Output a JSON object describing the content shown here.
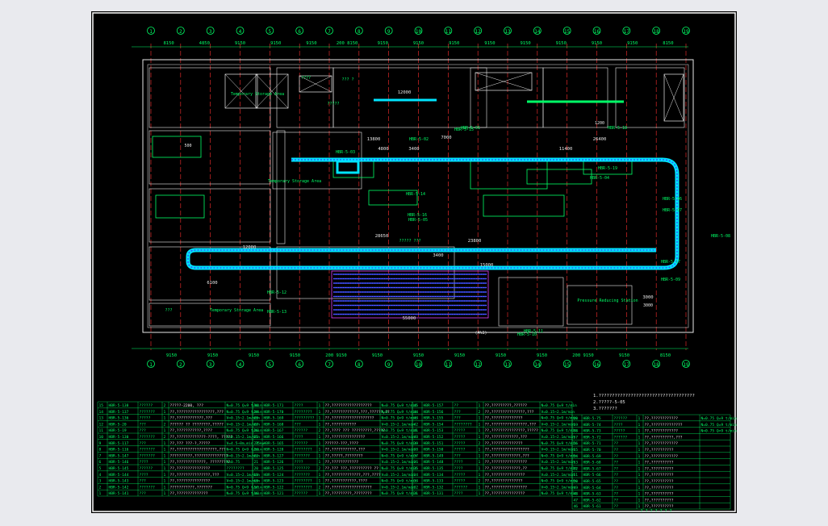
{
  "drawing": {
    "background": "#000000",
    "frame_color": "#ffffff",
    "line_color": "#e8e8e8",
    "grid_color": "#00ff66",
    "axis_color": "#ff3030",
    "conveyor_color": "#00e5ff",
    "accent_color": "#2d54ff",
    "label_color": "#00ff66",
    "hatch_color": "#e040fb"
  },
  "grid": {
    "axis_numbers": [
      "1",
      "2",
      "3",
      "4",
      "5",
      "6",
      "7",
      "8",
      "9",
      "10",
      "11",
      "12",
      "13",
      "14",
      "15",
      "16",
      "17",
      "18",
      "19"
    ],
    "top_dims": [
      "8150",
      "4850",
      "9150",
      "9150",
      "9150",
      "200 8150",
      "9150",
      "9150",
      "9150",
      "9150",
      "9150",
      "9150",
      "9150",
      "9150",
      "8150"
    ],
    "bottom_dims": [
      "9150",
      "9150",
      "9150",
      "9150",
      "200 9150",
      "9150",
      "9150",
      "9150",
      "9150",
      "9150",
      "200 9150",
      "9150",
      "8150"
    ]
  },
  "plan": {
    "room_labels": [
      "Temporary Storage Area",
      "????",
      "?????",
      "??? ?",
      "Temporary Storage Area",
      "????? ???",
      "Temporary Storage Area",
      "Pressure Reducing Station",
      "???"
    ],
    "dimensions": [
      "12000",
      "13800",
      "7000",
      "4800",
      "3400",
      "28650",
      "26400",
      "11400",
      "12000",
      "3400",
      "15000",
      "6100",
      "55000",
      "3000",
      "23800"
    ],
    "equipment_tags": [
      "HBR-5-01",
      "HBR-5-02",
      "HBR-5-03",
      "HBR-5-04",
      "HBR-5-05",
      "HBR-5-06",
      "HBR-5-07",
      "HBR-5-08",
      "HBR-5-09",
      "HBR-5-10",
      "HBR-5-11",
      "HBR-5-12",
      "HBR-5-13",
      "HBR-5-14",
      "HBR-5-15",
      "HBR-5-16",
      "HBR-5-17",
      "HBR-5-18",
      "HBR-5-19"
    ],
    "notes": [
      "(A%1)",
      "500",
      "1200",
      "3000"
    ]
  },
  "title_block": {
    "lines": [
      "1.????????????????????????????????????",
      "2.?????-5-05",
      "3.???????"
    ]
  },
  "tables": [
    {
      "rows": [
        [
          "15",
          "HBR-5-138",
          "??????",
          "2",
          "?????-2200,  ???",
          "N=0.75 Q=9 t/min"
        ],
        [
          "14",
          "HBR-5-137",
          "???????",
          "1",
          "??,?????????????????,???",
          "N=0.75 Q=9 t/min"
        ],
        [
          "13",
          "HBR-5-136",
          "?????",
          "1",
          "??,????????????,???",
          "V=0.15~2.1m/min"
        ],
        [
          "12",
          "HBR-5-20",
          "???",
          "2",
          "?????? ?? ????????,?????",
          "V=0.15~2.1m/min"
        ],
        [
          "11",
          "HBR-5-19",
          "???",
          "1",
          "??,???????????,????",
          "N=0.75 Q=9 t/min"
        ],
        [
          "10",
          "HBR-5-130",
          "???????",
          "2",
          "??,?????????????-????, ?????",
          "V=0.15~2.1m/min"
        ],
        [
          "9",
          "HBR-5-117",
          "???",
          "1",
          "??,???    ???-?,?????",
          "V=4.5~8m,min 75kw"
        ],
        [
          "8",
          "HBR-5-116",
          "???????",
          "1",
          "??,??????????????????,???",
          "N=0.75 Q=9 t/min"
        ],
        [
          "7",
          "HBR-5-147",
          "???????",
          "1",
          "??????????,???????????????",
          "V=0.15~2.1m/min"
        ],
        [
          "6",
          "HBR-5-146",
          "????",
          "1",
          "??,?????????????,  ?????????",
          "N=0.75"
        ],
        [
          "5",
          "HBR-5-145",
          "??????",
          "1",
          "??,???????????????",
          "????????"
        ],
        [
          "4",
          "HBR-5-144",
          "????",
          "1",
          "??,???????????????,???",
          "V=0.15~2.1m/min"
        ],
        [
          "3",
          "HBR-5-143",
          "???",
          "1",
          "??,???????????????",
          "V=0.15~2.1m/min"
        ],
        [
          "2",
          "HBR-5-142",
          "???????",
          "1",
          "???????????,???????",
          "N=0.75 Q=9 t/min"
        ],
        [
          "1",
          "HBR-5-141",
          "???",
          "1",
          "??,??????????????",
          "N=0.75 Q=9 t/min"
        ]
      ]
    },
    {
      "rows": [
        [
          "30",
          "HBR-5-171",
          "????",
          "1",
          "??,??????????????????",
          "N=0.75 Q=9 t/min"
        ],
        [
          "29",
          "HBR-5-170",
          "????????",
          "1",
          "??,????????????,???,??????,??",
          "N=0.75 Q=9 t/min"
        ],
        [
          "28",
          "HBR-5-169",
          "?????????",
          "1",
          "??,???????????????????",
          "N=0.75 Q=9 t/min"
        ],
        [
          "27",
          "HBR-5-168",
          "???",
          "1",
          "??,???????????",
          "V=0.15~2.1m/min"
        ],
        [
          "26",
          "HBR-5-167",
          "??????",
          "2",
          "??,???? ??? ?????????,?????",
          "N=0.75 Q=9 t/min"
        ],
        [
          "25",
          "HBR-5-166",
          "????",
          "1",
          "??,???????????????",
          "V=0.15~2.1m/min"
        ],
        [
          "24",
          "HBR-5-165",
          "??????",
          "1",
          "??????-???,????",
          "N=0.75 Q=9 t/min"
        ],
        [
          "23",
          "HBR-5-128",
          "????????",
          "1",
          "??,???????????,???",
          "V=0.15~2.1m/min"
        ],
        [
          "22",
          "HBR-5-127",
          "???????",
          "1",
          "??,?????,????????",
          "N=0.75 Q=9 t/min"
        ],
        [
          "21",
          "HBR-5-126",
          "????",
          "1",
          "??,????????????",
          "V=0.15~2.1m/min"
        ],
        [
          "20",
          "HBR-5-125",
          "???????",
          "2",
          "??,??? ???,?????????? ??",
          "N=0.75 Q=9 t/min"
        ],
        [
          "19",
          "HBR-5-124",
          "???????",
          "1",
          "??,?????????????,???,????",
          "V=0.15~2.1m/min"
        ],
        [
          "18",
          "HBR-5-123",
          "????????",
          "1",
          "??,???????????,????",
          "N=0.75 Q=9 t/min"
        ],
        [
          "17",
          "HBR-5-122",
          "????????",
          "2",
          "??,??????????????????",
          "V=0.15~2.1m/min"
        ],
        [
          "16",
          "HBR-5-121",
          "??????",
          "1",
          "??,?????????,????????",
          "N=0.75 Q=9 t/min"
        ]
      ]
    },
    {
      "rows": [
        [
          "45",
          "HBR-5-157",
          "??",
          "1",
          "??,?????????,??????",
          "N=0.75 Q=9 t/min"
        ],
        [
          "44",
          "HBR-5-156",
          "???",
          "2",
          "??,???????????????,???",
          "V=0.15~2.1m/min"
        ],
        [
          "43",
          "HBR-5-155",
          "???",
          "1",
          "??,??????????????",
          "N=0.75 Q=9 t/min"
        ],
        [
          "42",
          "HBR-5-154",
          "????????",
          "1",
          "??,????????????????,???",
          "V=0.15~2.1m/min"
        ],
        [
          "41",
          "HBR-5-153",
          "?????",
          "1",
          "??,???????????????,?????",
          "N=0.75 Q=9 t/min"
        ],
        [
          "40",
          "HBR-5-152",
          "?????",
          "1",
          "??,????????????,???",
          "V=0.15~2.1m/min"
        ],
        [
          "39",
          "HBR-5-151",
          "?????",
          "2",
          "??,??????????????",
          "N=0.75 Q=9 t/min"
        ],
        [
          "38",
          "HBR-5-150",
          "?????",
          "1",
          "??,?????????????????",
          "V=0.15~2.1m/min"
        ],
        [
          "37",
          "HBR-5-149",
          "???",
          "1",
          "??,?????????????,???",
          "N=0.75 Q=9 t/min"
        ],
        [
          "36",
          "HBR-5-148",
          "????",
          "1",
          "??,????????????????",
          "V=0.15~2.1m/min"
        ],
        [
          "35",
          "HBR-5-135",
          "????",
          "1",
          "??,?????????????,??",
          "N=0.75 Q=9 t/min"
        ],
        [
          "34",
          "HBR-5-134",
          "?????",
          "1",
          "??,???????????????",
          "V=0.15~2.1m/min"
        ],
        [
          "33",
          "HBR-5-133",
          "?????",
          "2",
          "??,??????????????",
          "N=0.75 Q=9 t/min"
        ],
        [
          "32",
          "HBR-5-132",
          "??????",
          "1",
          "??,????????????????",
          "V=0.15~2.1m/min"
        ],
        [
          "31",
          "HBR-5-131",
          "????",
          "1",
          "??,???????????????",
          "N=0.75 Q=9 t/min"
        ]
      ]
    },
    {
      "rows": [
        [
          "60",
          "HBR-5-75",
          "??????",
          "1",
          "??,????????????",
          "N=0.75 Q=9 t/min"
        ],
        [
          "59",
          "HBR-5-74",
          "????",
          "1",
          "??,??????????????",
          "N=0.75 Q=9 t/min"
        ],
        [
          "58",
          "HBR-5-73",
          "?????",
          "1",
          "??,????????????",
          "N=0.75 Q=9 t/min"
        ],
        [
          "57",
          "HBR-5-72",
          "??????",
          "1",
          "??,??????????,???",
          ""
        ],
        [
          "56",
          "HBR-5-71",
          "??",
          "1",
          "??,????????????",
          ""
        ],
        [
          "55",
          "HBR-5-70",
          "??",
          "1",
          "??,??????????",
          ""
        ],
        [
          "54",
          "HBR-5-69",
          "??",
          "1",
          "??,????????????",
          ""
        ],
        [
          "53",
          "HBR-5-68",
          "??",
          "1",
          "??,??????????",
          ""
        ],
        [
          "52",
          "HBR-5-67",
          "??",
          "1",
          "??,??????????",
          ""
        ],
        [
          "51",
          "HBR-5-66",
          "??",
          "1",
          "??,??????????",
          ""
        ],
        [
          "50",
          "HBR-5-65",
          "??",
          "1",
          "??,??????????",
          ""
        ],
        [
          "49",
          "HBR-5-64",
          "??",
          "1",
          "??,??????????",
          ""
        ],
        [
          "48",
          "HBR-5-63",
          "??",
          "1",
          "??,??????????",
          ""
        ],
        [
          "47",
          "HBR-5-62",
          "??",
          "1",
          "??,??????????",
          ""
        ],
        [
          "46",
          "HBR-5-61",
          "??",
          "1",
          "??,??????????",
          ""
        ]
      ]
    }
  ],
  "footer": "? ? ? ? ? ? ?"
}
